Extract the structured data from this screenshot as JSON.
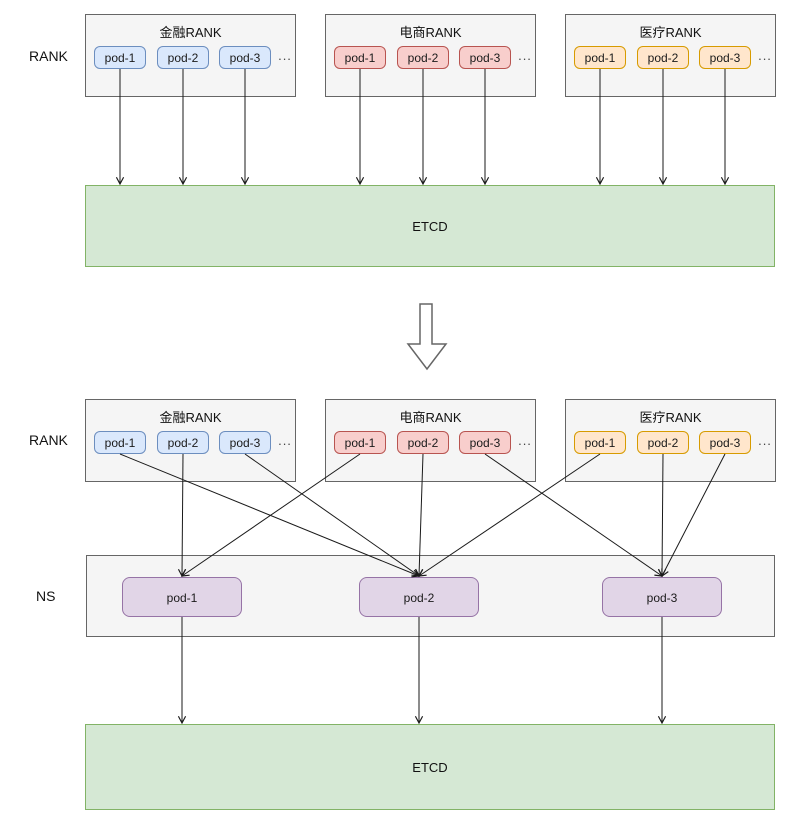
{
  "labels": {
    "rank": "RANK",
    "ns": "NS",
    "etcd": "ETCD",
    "ellipsis": "..."
  },
  "groups": {
    "finance": {
      "title": "金融RANK",
      "pods": [
        "pod-1",
        "pod-2",
        "pod-3"
      ]
    },
    "ecommerce": {
      "title": "电商RANK",
      "pods": [
        "pod-1",
        "pod-2",
        "pod-3"
      ]
    },
    "medical": {
      "title": "医疗RANK",
      "pods": [
        "pod-1",
        "pod-2",
        "pod-3"
      ]
    }
  },
  "ns": {
    "pods": [
      "pod-1",
      "pod-2",
      "pod-3"
    ]
  },
  "colors": {
    "finance_pod_fill": "#dae8fc",
    "finance_pod_border": "#6c8ebf",
    "ecommerce_pod_fill": "#f8cecc",
    "ecommerce_pod_border": "#b85450",
    "medical_pod_fill": "#ffe6cc",
    "medical_pod_border": "#d79b00",
    "etcd_fill": "#d5e8d4",
    "etcd_border": "#82b366",
    "ns_pod_fill": "#e1d5e7",
    "ns_pod_border": "#9673a6",
    "group_fill": "#f5f5f5",
    "group_border": "#666666",
    "edge_stroke": "#1a1a1a"
  },
  "connections": [
    {
      "from": "upper-finance-pod-1",
      "to": "upper-etcd-box",
      "mode": "drop"
    },
    {
      "from": "upper-finance-pod-2",
      "to": "upper-etcd-box",
      "mode": "drop"
    },
    {
      "from": "upper-finance-pod-3",
      "to": "upper-etcd-box",
      "mode": "drop"
    },
    {
      "from": "upper-ecommerce-pod-1",
      "to": "upper-etcd-box",
      "mode": "drop"
    },
    {
      "from": "upper-ecommerce-pod-2",
      "to": "upper-etcd-box",
      "mode": "drop"
    },
    {
      "from": "upper-ecommerce-pod-3",
      "to": "upper-etcd-box",
      "mode": "drop"
    },
    {
      "from": "upper-medical-pod-1",
      "to": "upper-etcd-box",
      "mode": "drop"
    },
    {
      "from": "upper-medical-pod-2",
      "to": "upper-etcd-box",
      "mode": "drop"
    },
    {
      "from": "upper-medical-pod-3",
      "to": "upper-etcd-box",
      "mode": "drop"
    },
    {
      "from": "lower-finance-pod-1",
      "to": "ns-pod-2",
      "mode": "point"
    },
    {
      "from": "lower-finance-pod-2",
      "to": "ns-pod-1",
      "mode": "point"
    },
    {
      "from": "lower-finance-pod-3",
      "to": "ns-pod-2",
      "mode": "point"
    },
    {
      "from": "lower-ecommerce-pod-1",
      "to": "ns-pod-1",
      "mode": "point"
    },
    {
      "from": "lower-ecommerce-pod-2",
      "to": "ns-pod-2",
      "mode": "point"
    },
    {
      "from": "lower-ecommerce-pod-3",
      "to": "ns-pod-3",
      "mode": "point"
    },
    {
      "from": "lower-medical-pod-1",
      "to": "ns-pod-2",
      "mode": "point"
    },
    {
      "from": "lower-medical-pod-2",
      "to": "ns-pod-3",
      "mode": "point"
    },
    {
      "from": "lower-medical-pod-3",
      "to": "ns-pod-3",
      "mode": "point"
    },
    {
      "from": "ns-pod-1",
      "to": "lower-etcd-box",
      "mode": "drop"
    },
    {
      "from": "ns-pod-2",
      "to": "lower-etcd-box",
      "mode": "drop"
    },
    {
      "from": "ns-pod-3",
      "to": "lower-etcd-box",
      "mode": "drop"
    }
  ]
}
